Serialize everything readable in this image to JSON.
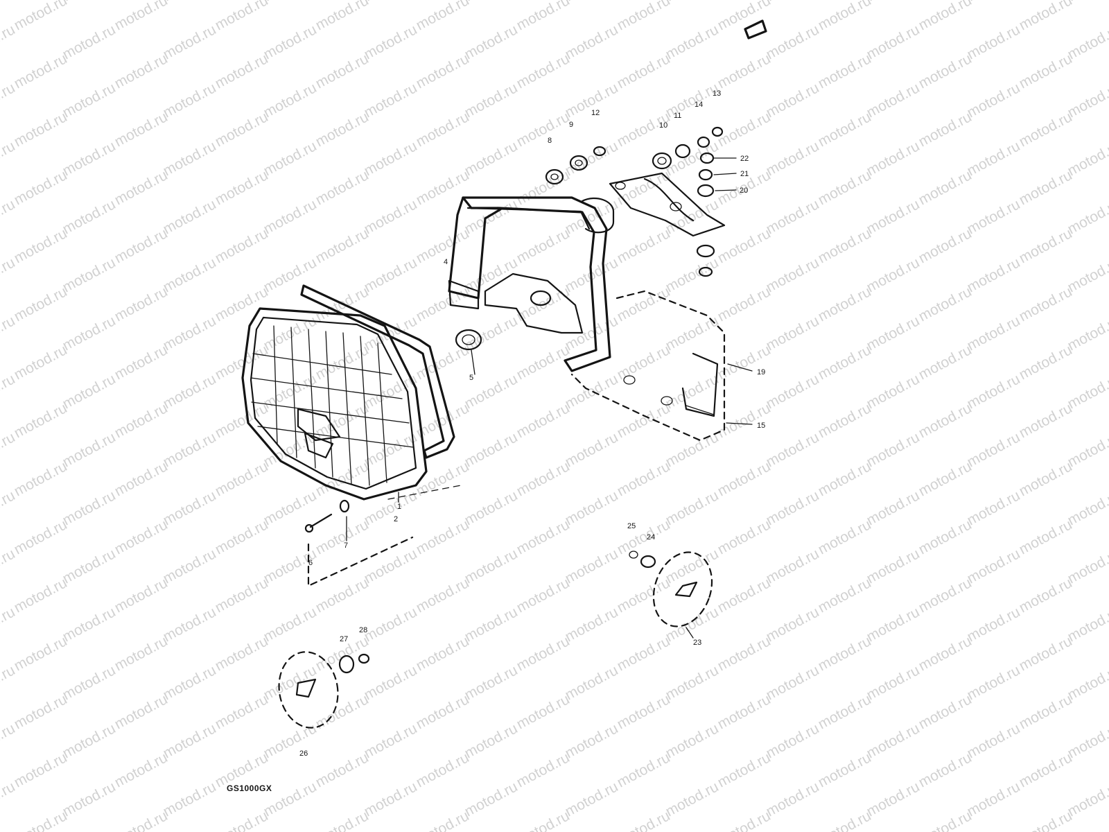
{
  "watermark": "motod.ru",
  "model_label": "GS1000GX",
  "parts": [
    {
      "ref": "1"
    },
    {
      "ref": "2"
    },
    {
      "ref": "4"
    },
    {
      "ref": "5"
    },
    {
      "ref": "6"
    },
    {
      "ref": "7"
    },
    {
      "ref": "8"
    },
    {
      "ref": "9"
    },
    {
      "ref": "10"
    },
    {
      "ref": "11"
    },
    {
      "ref": "12"
    },
    {
      "ref": "13"
    },
    {
      "ref": "14"
    },
    {
      "ref": "15"
    },
    {
      "ref": "19"
    },
    {
      "ref": "20"
    },
    {
      "ref": "21"
    },
    {
      "ref": "22"
    },
    {
      "ref": "23"
    },
    {
      "ref": "24"
    },
    {
      "ref": "25"
    },
    {
      "ref": "26"
    },
    {
      "ref": "27"
    },
    {
      "ref": "28"
    }
  ],
  "colors": {
    "ink": "#141414",
    "background": "#ffffff",
    "watermark": "#9a9a9a"
  }
}
